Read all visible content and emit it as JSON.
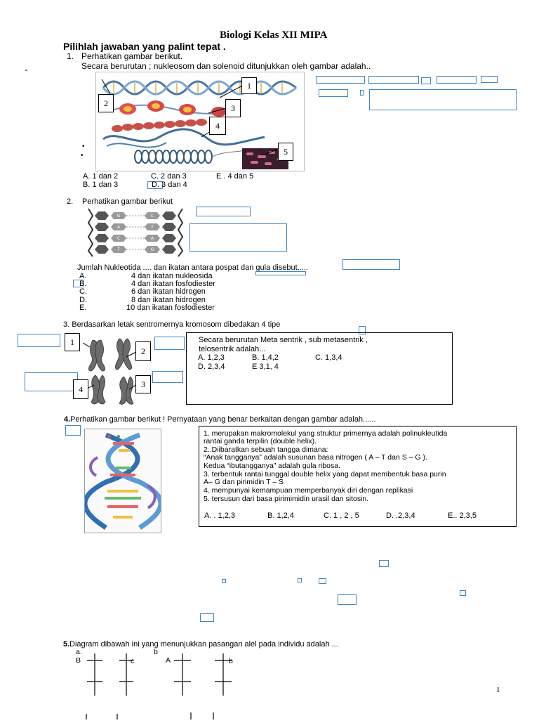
{
  "header": {
    "title": "Biologi Kelas XII MIPA",
    "instruction": "Pilihlah jawaban yang palint tepat ."
  },
  "q1": {
    "number": "1.",
    "line1": "Perhatikan gambar  berikut.",
    "line2": "Secara berurutan  ; nukleosom    dan  solenoid ditunjukkan oleh gambar  adalah..",
    "labels": [
      "1",
      "2",
      "3",
      "4",
      "5"
    ],
    "options": [
      "A. 1 dan 2",
      "C.  2 dan  3",
      "E .  4  dan  5",
      "B. 1  dan 3",
      "D.  3 dan 4"
    ]
  },
  "q2": {
    "number": "2.",
    "text": "Perhatikan gambar berikut",
    "question": "Jumlah  Nukleotida  .... dan  ikatan  antara  pospat dan gula  disebut.....",
    "bases": [
      "G",
      "A",
      "C",
      "T",
      "C",
      "T",
      "A",
      "G"
    ],
    "options": [
      {
        "letter": "A.",
        "text": "4 dan ikatan nukleosida"
      },
      {
        "letter": "B.",
        "text": "4 dan ikatan fosfodiester"
      },
      {
        "letter": "C.",
        "text": "6 dan ikatan hidrogen"
      },
      {
        "letter": "D.",
        "text": "8 dan ikatan hidrogen"
      },
      {
        "letter": "E.",
        "text": "10 dan ikatan fosfodiester"
      }
    ]
  },
  "q3": {
    "text": "3. Berdasarkan letak sentromernya kromosom dibedakan 4 tipe",
    "labels": [
      "1",
      "2",
      "3",
      "4"
    ],
    "box_line1": "Secara berurutan  Meta sentrik , sub metasentrik  ,",
    "box_line2": "telosentrik  adalah...",
    "opt_a": "A. 1,2,3",
    "opt_b": "B. 1,4,2",
    "opt_c": "C. 1,3,4",
    "opt_d": "D. 2,3,4",
    "opt_e": "E 3,1, 4"
  },
  "q4": {
    "number": "4.",
    "text": " Perhatikan gambar berikut ! Pernyataan yang benar berkaitan dengan gambar adalah......",
    "statements": [
      "1. merupakan makromolekul yang struktur primernya adalah polinukleutida",
      "    rantai ganda terpilin (double helix).",
      "2..Diibaratkan sebuah tangga dimana:",
      "   “Anak tangganya” adalah susunan basa nitrogen ( A – T dan S – G ).",
      "   Kedua “ibutangganya” adalah gula ribosa.",
      "3. terbentuk rantai tunggal  double helix yang dapat membentuk  basa purin",
      "    A– G dan pirimidin T – S",
      "4. mempunyai kemampuan memperbanyak diri dengan replikasi",
      "5. tersusun dari basa pirimimidin urasil dan sitosin."
    ],
    "options": [
      "A. . 1,2,3",
      "B. 1,2,4",
      "C. 1 , 2 , 5",
      "D. .2,3,4",
      "E.. 2,3,5"
    ]
  },
  "q5": {
    "number": "5.",
    "text": " Diagram dibawah ini  yang menunjukkan   pasangan alel pada individu adalah ...",
    "label_a": "a.",
    "label_b": "b",
    "allele_B": "B",
    "allele_c": "c",
    "allele_A": "A",
    "allele_b": "b"
  },
  "footer": {
    "page_number": "1"
  },
  "colors": {
    "box_border": "#3f86c2",
    "text": "#000000"
  }
}
